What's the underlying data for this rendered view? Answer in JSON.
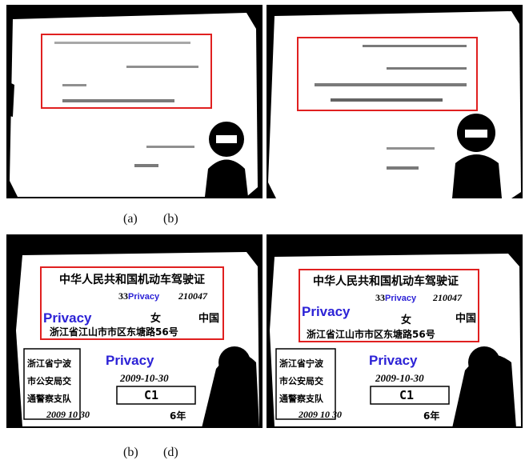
{
  "captions": {
    "a": "(a)",
    "b": "(b)",
    "c": "(b)",
    "d": "(d)"
  },
  "privacy_label": "Privacy",
  "licence": {
    "title_cn": "中华人民共和国机动车驾驶证",
    "number_fragment": "210047",
    "privacy_prefix": "33",
    "sex": "女",
    "nationality": "中国",
    "address": "浙江省江山市市区东塘路56号",
    "issuer_left": "浙江省宁波",
    "issuer_left2": "市公安局交",
    "issuer_left3": "通警察支队",
    "issue_date": "2009-10-30",
    "class": "C1",
    "valid_from": "2009 10 30",
    "valid_term": "6年"
  },
  "colors": {
    "box": "#e02020",
    "privacy": "#2c22d6"
  }
}
